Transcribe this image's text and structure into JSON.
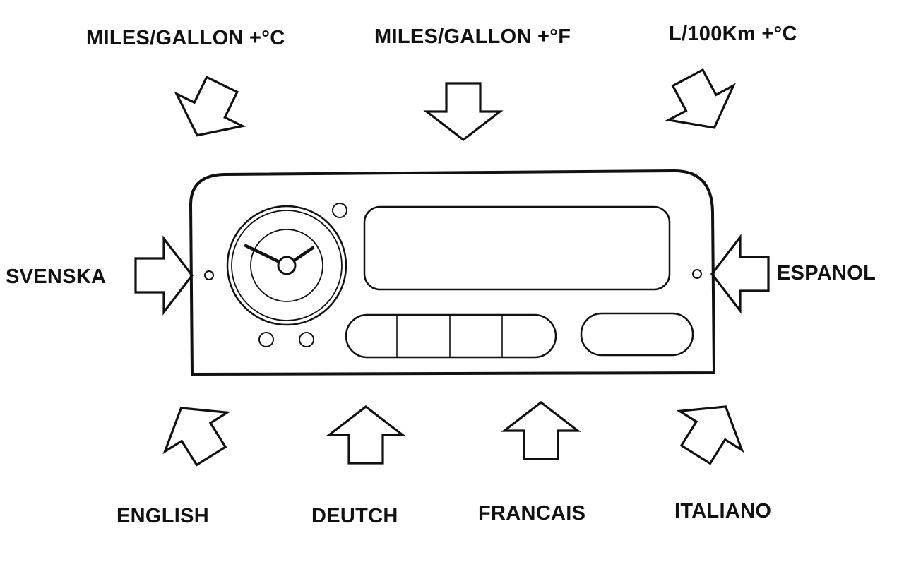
{
  "labels": {
    "top_left": "MILES/GALLON +°C",
    "top_center": "MILES/GALLON  +°F",
    "top_right": "L/100Km +°C",
    "left": "SVENSKA",
    "right": "ESPANOL",
    "bottom_1": "ENGLISH",
    "bottom_2": "DEUTCH",
    "bottom_3": "FRANCAIS",
    "bottom_4": "ITALIANO"
  },
  "colors": {
    "ink": "#111111",
    "paper": "#ffffff"
  },
  "icons": {
    "arrow": "block-arrow-icon",
    "clock": "analog-clock-icon"
  }
}
